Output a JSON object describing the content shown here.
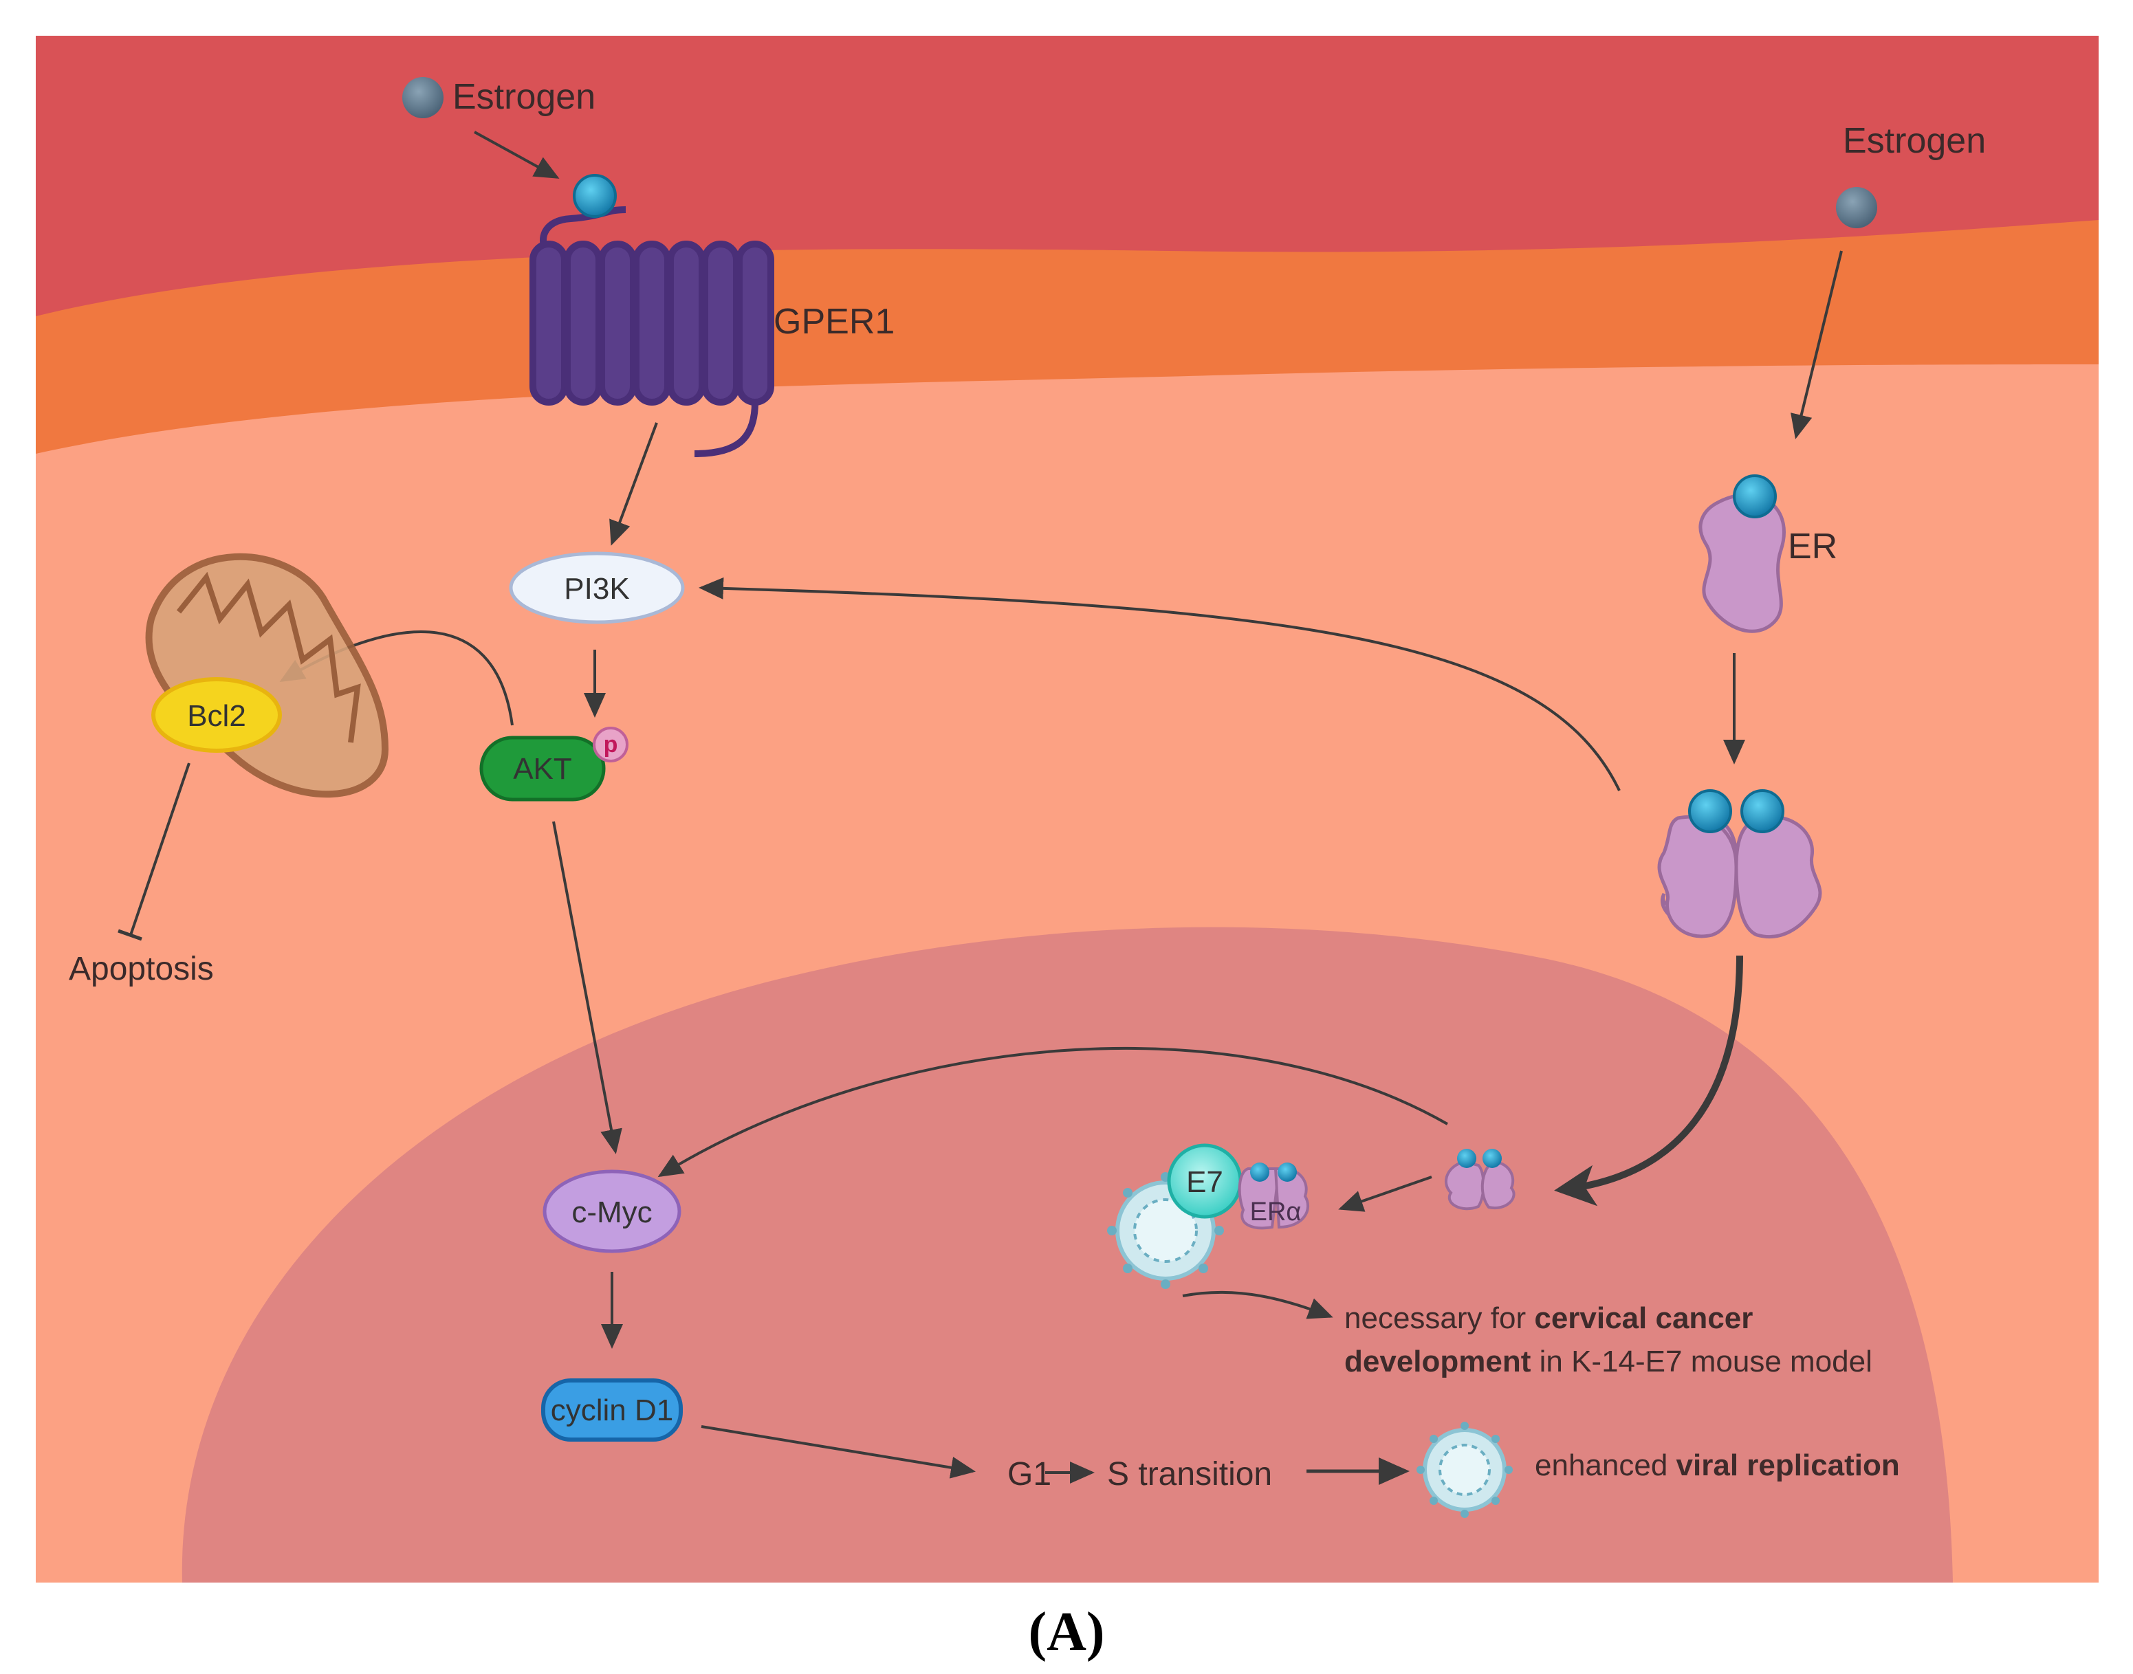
{
  "diagram": {
    "colors": {
      "extracellular": "#d95256",
      "membrane": "#f07840",
      "cytoplasm": "#fca183",
      "nucleus": "#df8582",
      "receptor": "#5a3e8a",
      "estrogen": "#1e9fc7",
      "pi3k": "#eef3fb",
      "akt": "#1f9a3a",
      "bcl2": "#f5d41e",
      "cmyc": "#c39ee0",
      "cyclin": "#3a9ee4",
      "er": "#c997c9",
      "e7": "#6be0d8"
    },
    "labels": {
      "estrogen_left": "Estrogen",
      "estrogen_right": "Estrogen",
      "gper1": "GPER1",
      "pi3k": "PI3K",
      "akt": "AKT",
      "phospho": "p",
      "bcl2": "Bcl2",
      "apoptosis": "Apoptosis",
      "er": "ER",
      "cmyc": "c-Myc",
      "cyclin": "cyclin D1",
      "e7": "E7",
      "era": "ERα",
      "g1": "G1",
      "s_transition": "S transition"
    },
    "notes": {
      "cervical_pre": "necessary for ",
      "cervical_bold": "cervical cancer",
      "development_bold": "development",
      "development_post": " in K-14-E7 mouse model",
      "viral_pre": "enhanced ",
      "viral_bold": "viral replication"
    },
    "panel_label": "(A)"
  }
}
